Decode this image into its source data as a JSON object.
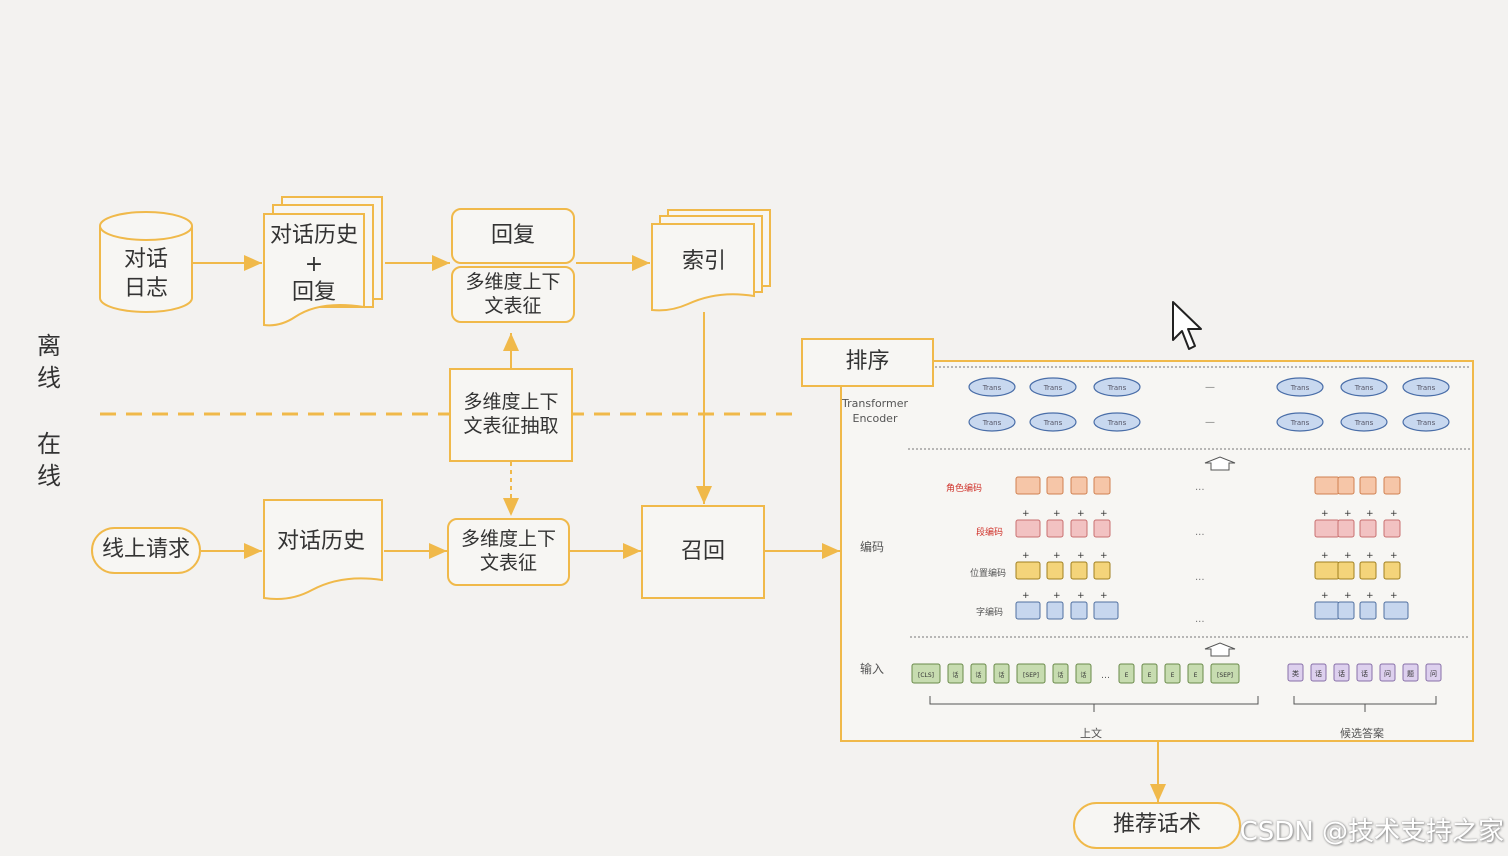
{
  "labels": {
    "offline": "离\n线",
    "online": "在\n线",
    "dialog_log": "对话\n日志",
    "history_reply": "对话历史\n+\n回复",
    "reply": "回复",
    "multi_repr_top": "多维度上下\n文表征",
    "index": "索引",
    "extract": "多维度上下\n文表征抽取",
    "online_request": "线上请求",
    "dialog_history": "对话历史",
    "multi_repr_bottom": "多维度上下\n文表征",
    "recall": "召回",
    "rank": "排序",
    "recommend": "推荐话术"
  },
  "model": {
    "encoder_label": "Transformer\nEncoder",
    "trans_label": "Trans",
    "row_labels": {
      "role": "角色编码",
      "segment": "段编码",
      "position": "位置编码",
      "token": "字编码",
      "encoding": "编码",
      "input": "输入"
    },
    "left_input_tokens": [
      "[CLS]",
      "话",
      "话",
      "话",
      "[SEP]",
      "话",
      "话",
      "…",
      "E",
      "E",
      "E",
      "E",
      "[SEP]"
    ],
    "right_input_tokens": [
      "类",
      "话",
      "话",
      "话",
      "问",
      "题",
      "问"
    ],
    "context_label": "上文",
    "candidate_label": "候选答案"
  },
  "watermark": "CSDN @技术支持之家",
  "colors": {
    "accent": "#f0b94a",
    "trans_fill": "#c8d8ef",
    "trans_stroke": "#4a6ea8",
    "role_fill": "#f6c6a8",
    "segment_fill": "#f2c2c2",
    "position_fill": "#f4d47a",
    "token_fill": "#c6d6ee",
    "input_green": "#c7dcb0",
    "input_purple": "#ddd0ee"
  }
}
